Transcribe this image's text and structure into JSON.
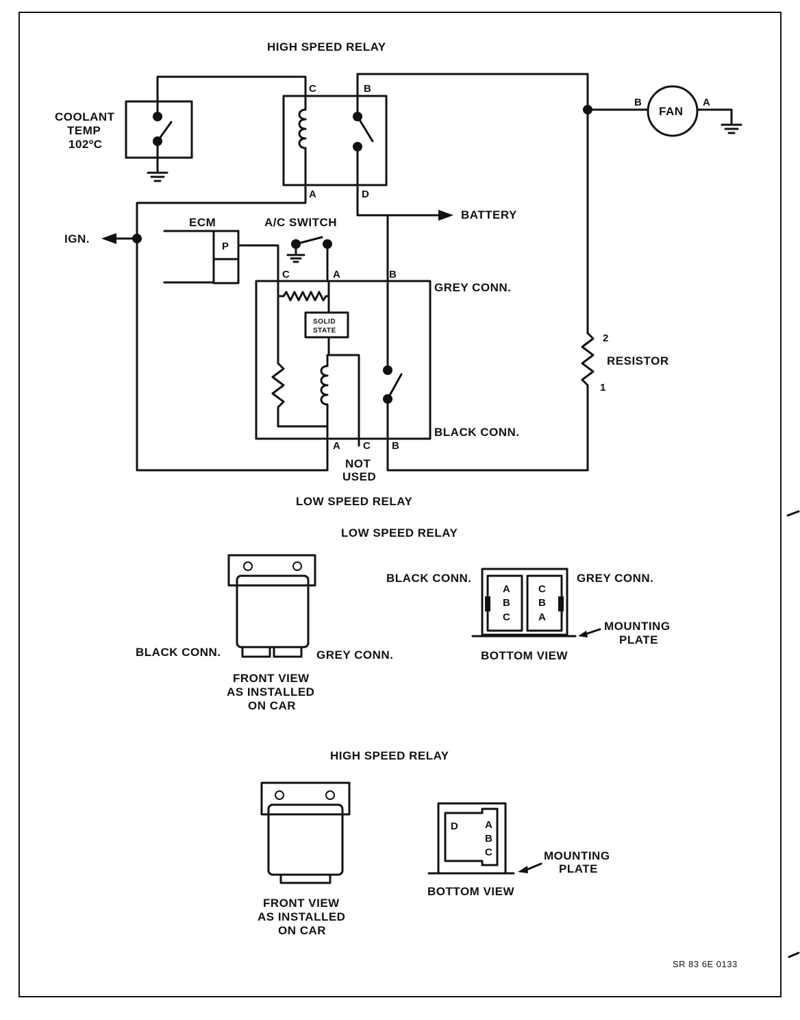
{
  "labels": {
    "high_speed_relay": "HIGH SPEED RELAY",
    "coolant_l1": "COOLANT",
    "coolant_l2": "TEMP",
    "coolant_l3": "102ºC",
    "fan": "FAN",
    "battery": "BATTERY",
    "ign": "IGN.",
    "ecm": "ECM",
    "ecm_pin": "P",
    "ac_switch": "A/C SWITCH",
    "grey_conn": "GREY CONN.",
    "black_conn": "BLACK CONN.",
    "solid_l1": "SOLID",
    "solid_l2": "STATE",
    "resistor": "RESISTOR",
    "res_pin2": "2",
    "res_pin1": "1",
    "not_used_l1": "NOT",
    "not_used_l2": "USED",
    "low_speed_relay": "LOW SPEED RELAY",
    "low_speed_relay_2": "LOW SPEED RELAY",
    "black_conn_2": "BLACK CONN.",
    "grey_conn_2": "GREY CONN.",
    "front_view_l1": "FRONT VIEW",
    "front_view_l2": "AS INSTALLED",
    "front_view_l3": "ON CAR",
    "black_conn_3": "BLACK CONN.",
    "grey_conn_3": "GREY CONN.",
    "bottom_view": "BOTTOM VIEW",
    "mounting_l1": "MOUNTING",
    "mounting_l2": "PLATE",
    "high_speed_relay_2": "HIGH SPEED RELAY",
    "front_view2_l1": "FRONT VIEW",
    "front_view2_l2": "AS INSTALLED",
    "front_view2_l3": "ON CAR",
    "bottom_view_2": "BOTTOM VIEW",
    "mounting2_l1": "MOUNTING",
    "mounting2_l2": "PLATE",
    "doc_id": "SR 83 6E 0133"
  },
  "pins": {
    "A": "A",
    "B": "B",
    "C": "C",
    "D": "D"
  }
}
